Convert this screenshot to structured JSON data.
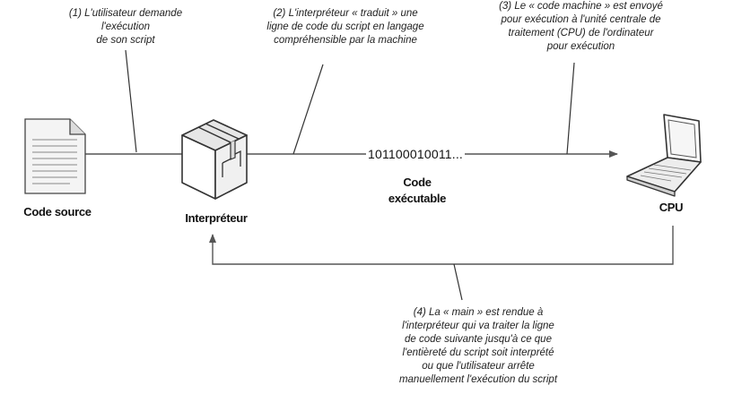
{
  "steps": {
    "step1": "(1) L'utilisateur demande\nl'exécution\nde son script",
    "step2": "(2) L'interpréteur « traduit » une\nligne de code du script en langage\ncompréhensible par la machine",
    "step3": "(3) Le « code machine » est envoyé\npour exécution à l'unité centrale de\ntraitement (CPU) de l'ordinateur\npour exécution",
    "step4": "(4) La « main » est rendue à\nl'interpréteur qui va traiter la ligne\nde code suivante jusqu'à ce que\nl'entièreté du script soit interprété\nou que l'utilisateur arrête\nmanuellement l'exécution du script"
  },
  "nodes": {
    "source": {
      "label": "Code source",
      "icon": "document-icon"
    },
    "interpreter": {
      "label": "Interpréteur",
      "icon": "box-icon"
    },
    "executable": {
      "binary": "101100010011...",
      "label_line1": "Code",
      "label_line2": "exécutable"
    },
    "cpu": {
      "label": "CPU",
      "icon": "laptop-icon"
    }
  },
  "colors": {
    "line": "#4a4a4a",
    "arrow": "#555555"
  }
}
